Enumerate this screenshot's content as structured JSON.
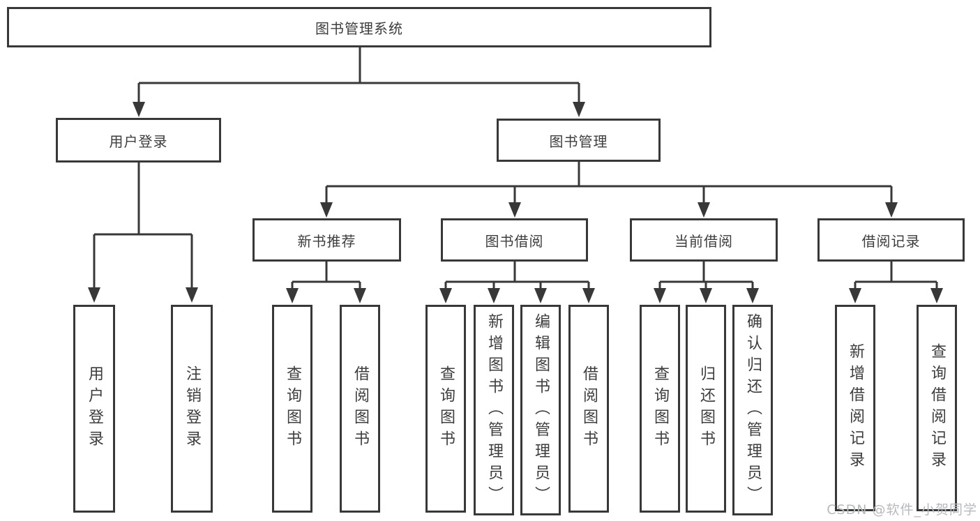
{
  "tree": {
    "label": "图书管理系统",
    "children": [
      {
        "label": "用户登录",
        "children": [
          {
            "label": "用户登录"
          },
          {
            "label": "注销登录"
          }
        ]
      },
      {
        "label": "图书管理",
        "children": [
          {
            "label": "新书推荐",
            "children": [
              {
                "label": "查询图书"
              },
              {
                "label": "借阅图书"
              }
            ]
          },
          {
            "label": "图书借阅",
            "children": [
              {
                "label": "查询图书"
              },
              {
                "label": "新增图书（管理员）"
              },
              {
                "label": "编辑图书（管理员）"
              },
              {
                "label": "借阅图书"
              }
            ]
          },
          {
            "label": "当前借阅",
            "children": [
              {
                "label": "查询图书"
              },
              {
                "label": "归还图书"
              },
              {
                "label": "确认归还（管理员）"
              }
            ]
          },
          {
            "label": "借阅记录",
            "children": [
              {
                "label": "新增借阅记录"
              },
              {
                "label": "查询借阅记录"
              }
            ]
          }
        ]
      }
    ]
  },
  "watermark": {
    "text": "CSDN @软件_小贺同学"
  },
  "colors": {
    "line": "#383838",
    "box_border": "#383838",
    "text": "#3d3d3d",
    "background": "#ffffff",
    "watermark": "#b6babd"
  }
}
